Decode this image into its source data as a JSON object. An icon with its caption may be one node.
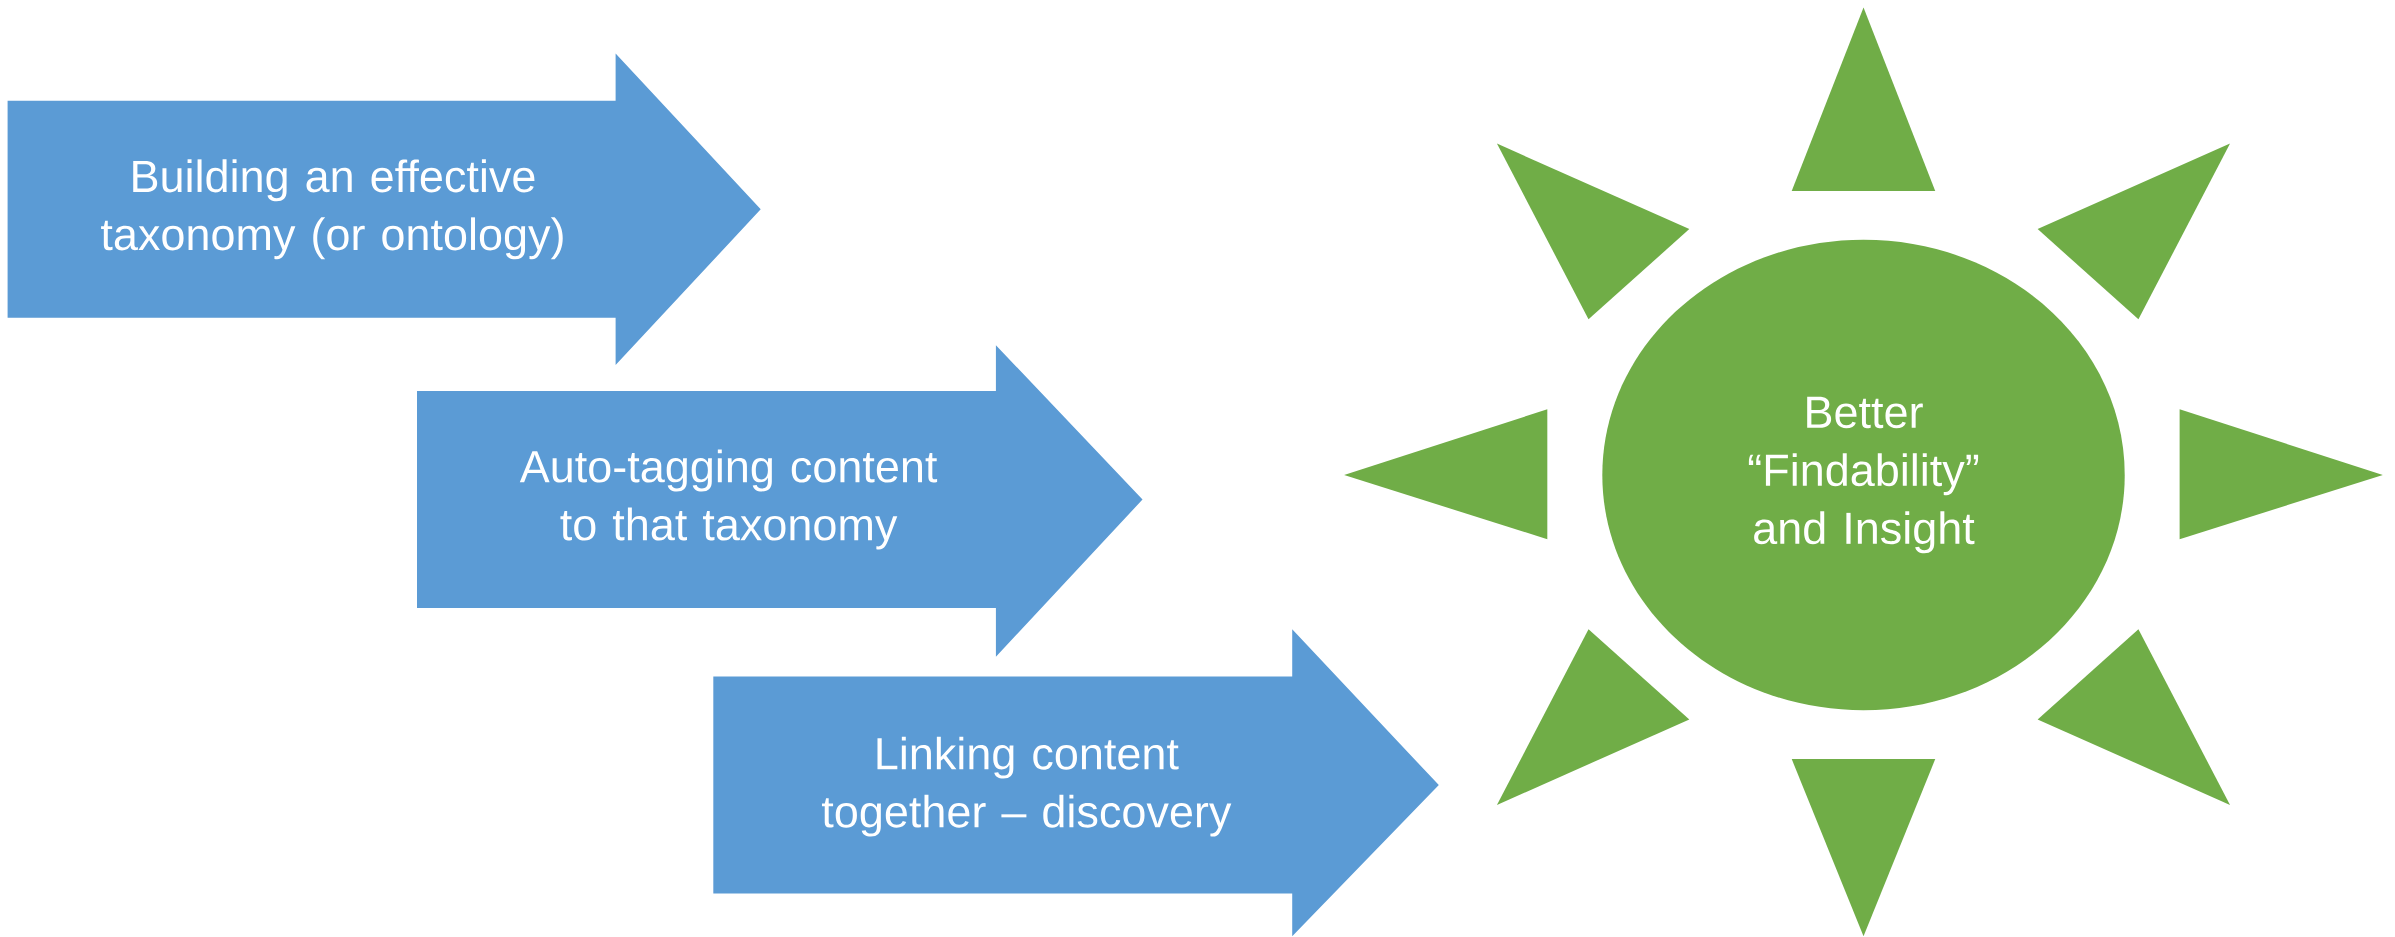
{
  "diagram": {
    "nodes": [
      {
        "text": [
          "Building an effective taxonomy (or ontology)"
        ]
      },
      {
        "text": [
          "Auto-tagging content to that taxonomy"
        ]
      },
      {
        "text": [
          "Linking content together – discovery"
        ]
      },
      {
        "text": [
          "Better “Findability” and Insight"
        ]
      }
    ]
  }
}
